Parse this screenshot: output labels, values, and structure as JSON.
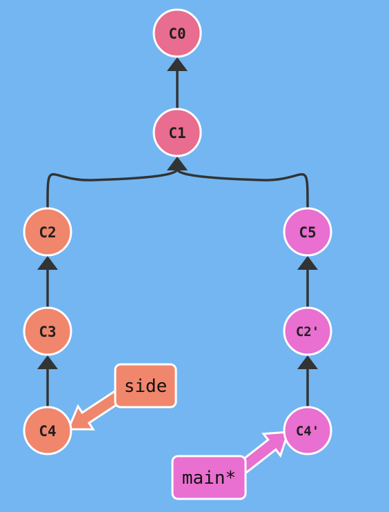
{
  "colors": {
    "background": "#73b6f2",
    "edge": "#333333",
    "node_stroke": "#ffffff",
    "main_line": "#e96d8e",
    "side_branch": "#f0866c",
    "main_branch": "#e96fd0"
  },
  "commits": [
    {
      "id": "C0",
      "label": "C0",
      "group": "main_line"
    },
    {
      "id": "C1",
      "label": "C1",
      "group": "main_line"
    },
    {
      "id": "C2",
      "label": "C2",
      "group": "side_branch"
    },
    {
      "id": "C3",
      "label": "C3",
      "group": "side_branch"
    },
    {
      "id": "C4",
      "label": "C4",
      "group": "side_branch"
    },
    {
      "id": "C5",
      "label": "C5",
      "group": "main_branch"
    },
    {
      "id": "C2p",
      "label": "C2'",
      "group": "main_branch"
    },
    {
      "id": "C4p",
      "label": "C4'",
      "group": "main_branch"
    }
  ],
  "edges": [
    {
      "from": "C1",
      "to": "C0"
    },
    {
      "from": "C2",
      "to": "C1"
    },
    {
      "from": "C5",
      "to": "C1"
    },
    {
      "from": "C3",
      "to": "C2"
    },
    {
      "from": "C4",
      "to": "C3"
    },
    {
      "from": "C2p",
      "to": "C5"
    },
    {
      "from": "C4p",
      "to": "C2p"
    }
  ],
  "branches": [
    {
      "id": "side",
      "label": "side",
      "target": "C4",
      "group": "side_branch"
    },
    {
      "id": "main",
      "label": "main*",
      "target": "C4p",
      "group": "main_branch"
    }
  ]
}
